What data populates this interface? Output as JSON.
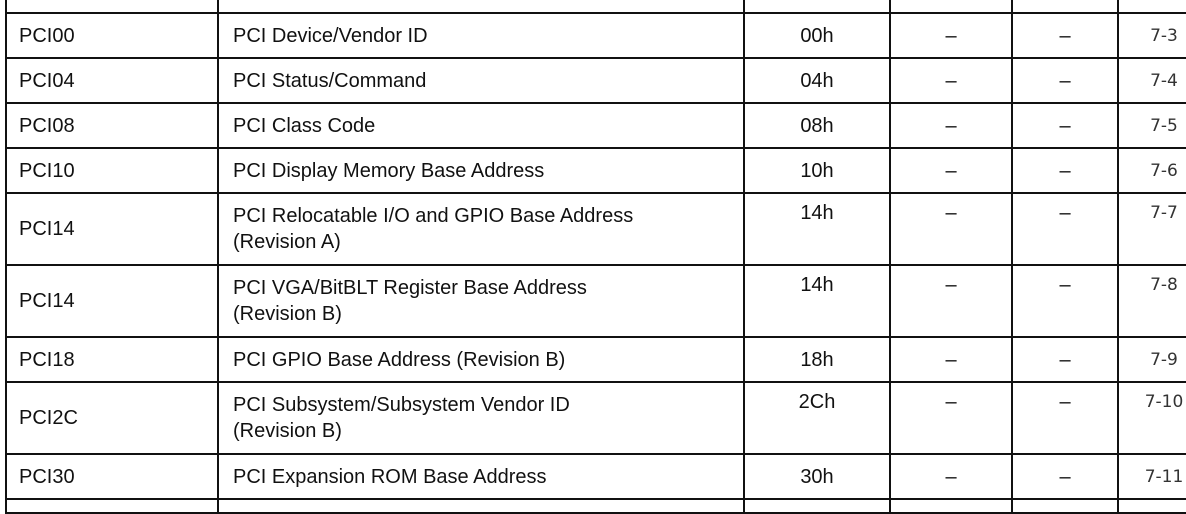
{
  "table": {
    "rows": [
      {
        "name": "PCI00",
        "description": "PCI Device/Vendor ID",
        "offset": "00h",
        "col4": "–",
        "col5": "–",
        "page": "7-3"
      },
      {
        "name": "PCI04",
        "description": "PCI Status/Command",
        "offset": "04h",
        "col4": "–",
        "col5": "–",
        "page": "7-4"
      },
      {
        "name": "PCI08",
        "description": "PCI Class Code",
        "offset": "08h",
        "col4": "–",
        "col5": "–",
        "page": "7-5"
      },
      {
        "name": "PCI10",
        "description": "PCI Display Memory Base Address",
        "offset": "10h",
        "col4": "–",
        "col5": "–",
        "page": "7-6"
      },
      {
        "name": "PCI14",
        "description_line1": "PCI Relocatable I/O and GPIO Base Address",
        "description_line2": "(Revision A)",
        "offset": "14h",
        "col4": "–",
        "col5": "–",
        "page": "7-7"
      },
      {
        "name": "PCI14",
        "description_line1": "PCI VGA/BitBLT Register Base Address",
        "description_line2": "(Revision B)",
        "offset": "14h",
        "col4": "–",
        "col5": "–",
        "page": "7-8"
      },
      {
        "name": "PCI18",
        "description": "PCI GPIO Base Address (Revision B)",
        "offset": "18h",
        "col4": "–",
        "col5": "–",
        "page": "7-9"
      },
      {
        "name": "PCI2C",
        "description_line1": "PCI Subsystem/Subsystem Vendor ID",
        "description_line2": "(Revision B)",
        "offset": "2Ch",
        "col4": "–",
        "col5": "–",
        "page": "7-10"
      },
      {
        "name": "PCI30",
        "description": "PCI Expansion ROM Base Address",
        "offset": "30h",
        "col4": "–",
        "col5": "–",
        "page": "7-11"
      }
    ]
  }
}
